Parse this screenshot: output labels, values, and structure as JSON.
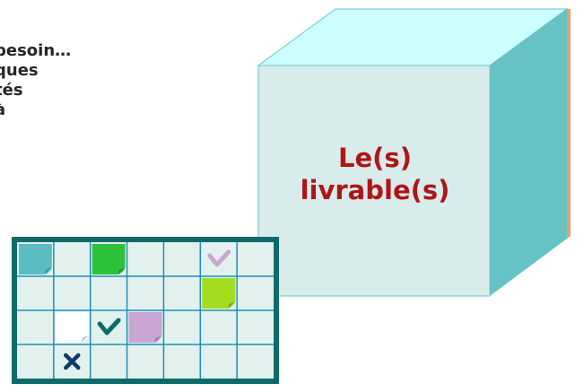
{
  "text_lines": [
    "besoin…",
    "ques",
    "tés",
    "à"
  ],
  "cube": {
    "label_line1": "Le(s)",
    "label_line2": "livrable(s)",
    "colors": {
      "front": "#d9ecec",
      "top": "#ccffff",
      "side": "#66c2c4",
      "label": "#b01515",
      "edge_accent": "#e8a070"
    }
  },
  "grid": {
    "rows": 4,
    "cols": 7,
    "border_color": "#0d6b6b",
    "line_color": "#1a90b8",
    "cell_color": "#e3f1ee",
    "items": [
      {
        "type": "sticky-note",
        "row": 0,
        "col": 0,
        "color": "#5bbcc4"
      },
      {
        "type": "sticky-note",
        "row": 0,
        "col": 2,
        "color": "#2ec23a"
      },
      {
        "type": "check-mark",
        "row": 0,
        "col": 5,
        "color": "#c9a6d4"
      },
      {
        "type": "sticky-note",
        "row": 1,
        "col": 5,
        "color": "#a4dd1f"
      },
      {
        "type": "sticky-note",
        "row": 2,
        "col": 1,
        "color": "#ffffff"
      },
      {
        "type": "check-mark",
        "row": 2,
        "col": 2,
        "color": "#0d6b6b"
      },
      {
        "type": "sticky-note",
        "row": 2,
        "col": 3,
        "color": "#c9a6d4"
      },
      {
        "type": "cross-mark",
        "row": 3,
        "col": 1,
        "color": "#0d3d6b"
      }
    ]
  }
}
